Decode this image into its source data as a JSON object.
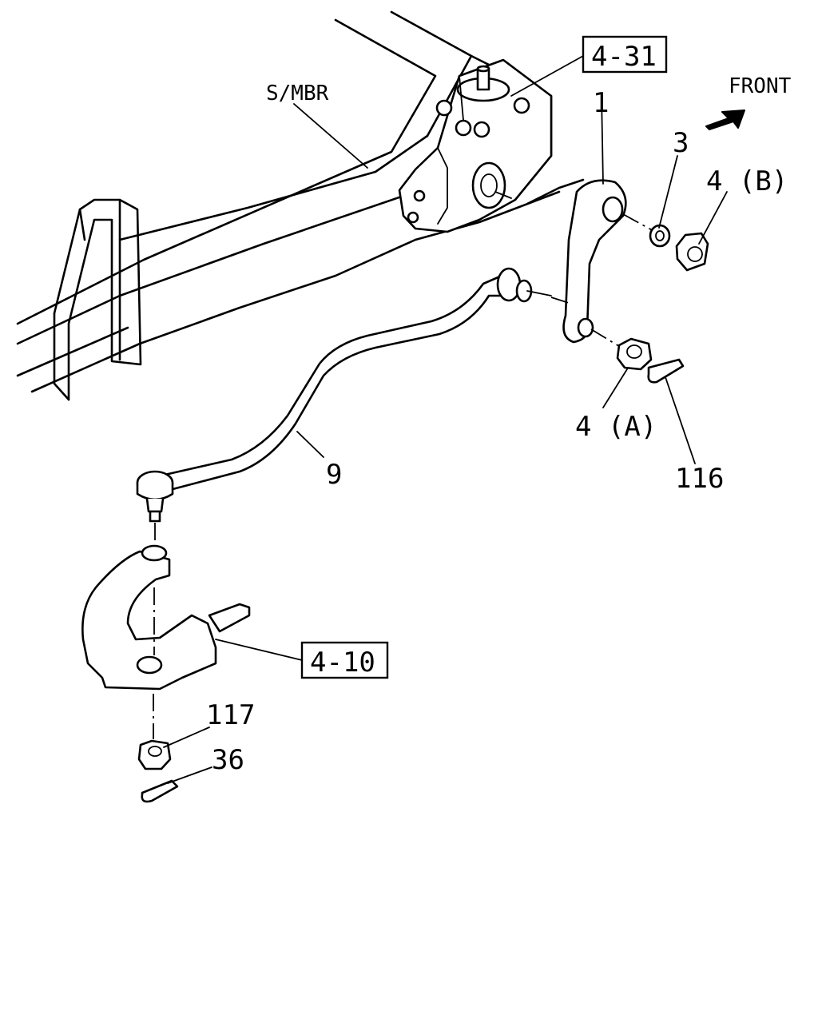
{
  "labels": {
    "front": "FRONT",
    "side_member": "S/MBR",
    "ref_4_31": "4-31",
    "ref_4_10": "4-10",
    "part_1": "1",
    "part_3": "3",
    "part_4b": "4 (B)",
    "part_4a": "4 (A)",
    "part_9": "9",
    "part_116": "116",
    "part_117": "117",
    "part_36": "36"
  },
  "icons": {
    "front_arrow": "front-arrow-icon"
  }
}
